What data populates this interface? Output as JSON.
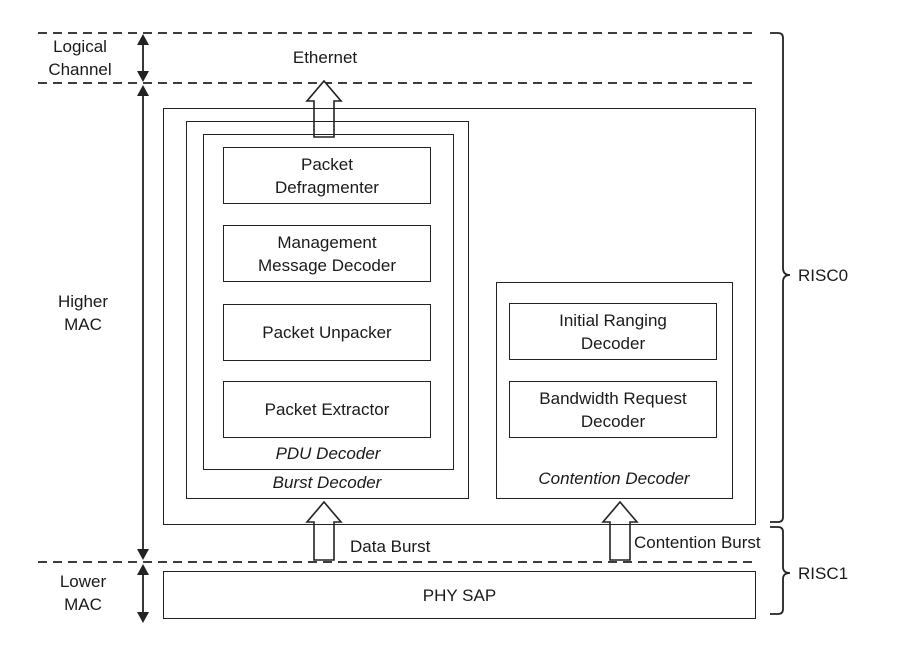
{
  "left_labels": {
    "logical_channel": [
      "Logical",
      "Channel"
    ],
    "higher_mac": [
      "Higher",
      "MAC"
    ],
    "lower_mac": [
      "Lower",
      "MAC"
    ]
  },
  "right_labels": {
    "risc0": "RISC0",
    "risc1": "RISC1"
  },
  "ethernet_label": "Ethernet",
  "pdu_decoder": {
    "title": "PDU Decoder",
    "blocks": [
      [
        "Packet",
        "Defragmenter"
      ],
      [
        "Management",
        "Message Decoder"
      ],
      [
        "Packet Unpacker"
      ],
      [
        "Packet Extractor"
      ]
    ]
  },
  "burst_decoder": {
    "title": "Burst Decoder"
  },
  "contention_decoder": {
    "title": "Contention Decoder",
    "blocks": [
      [
        "Initial Ranging",
        "Decoder"
      ],
      [
        "Bandwidth Request",
        "Decoder"
      ]
    ]
  },
  "data_burst_label": "Data Burst",
  "contention_burst_label": "Contention Burst",
  "phy_sap_label": "PHY SAP"
}
